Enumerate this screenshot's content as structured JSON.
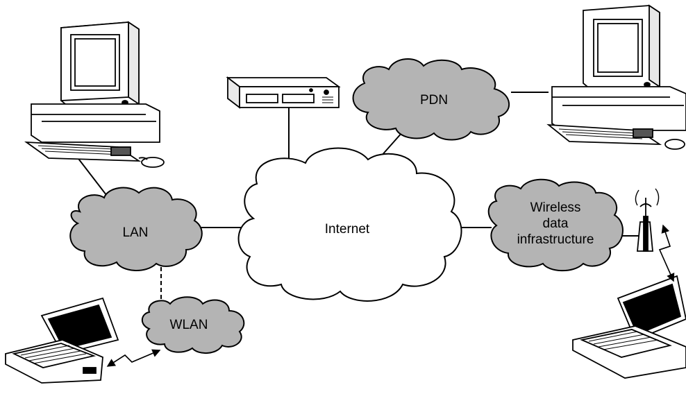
{
  "clouds": {
    "lan": "LAN",
    "wlan": "WLAN",
    "internet": "Internet",
    "pdn": "PDN",
    "wireless_line1": "Wireless",
    "wireless_line2": "data",
    "wireless_line3": "infrastructure"
  },
  "colors": {
    "cloud_gray": "#b4b4b4",
    "cloud_white": "#ffffff",
    "stroke": "#000000",
    "screen_dark": "#000000"
  },
  "icons": {
    "desktop_left": "desktop-computer-icon",
    "desktop_right": "desktop-computer-icon",
    "server": "server-icon",
    "laptop_left": "laptop-icon",
    "laptop_right": "laptop-icon",
    "antenna": "radio-tower-icon"
  }
}
